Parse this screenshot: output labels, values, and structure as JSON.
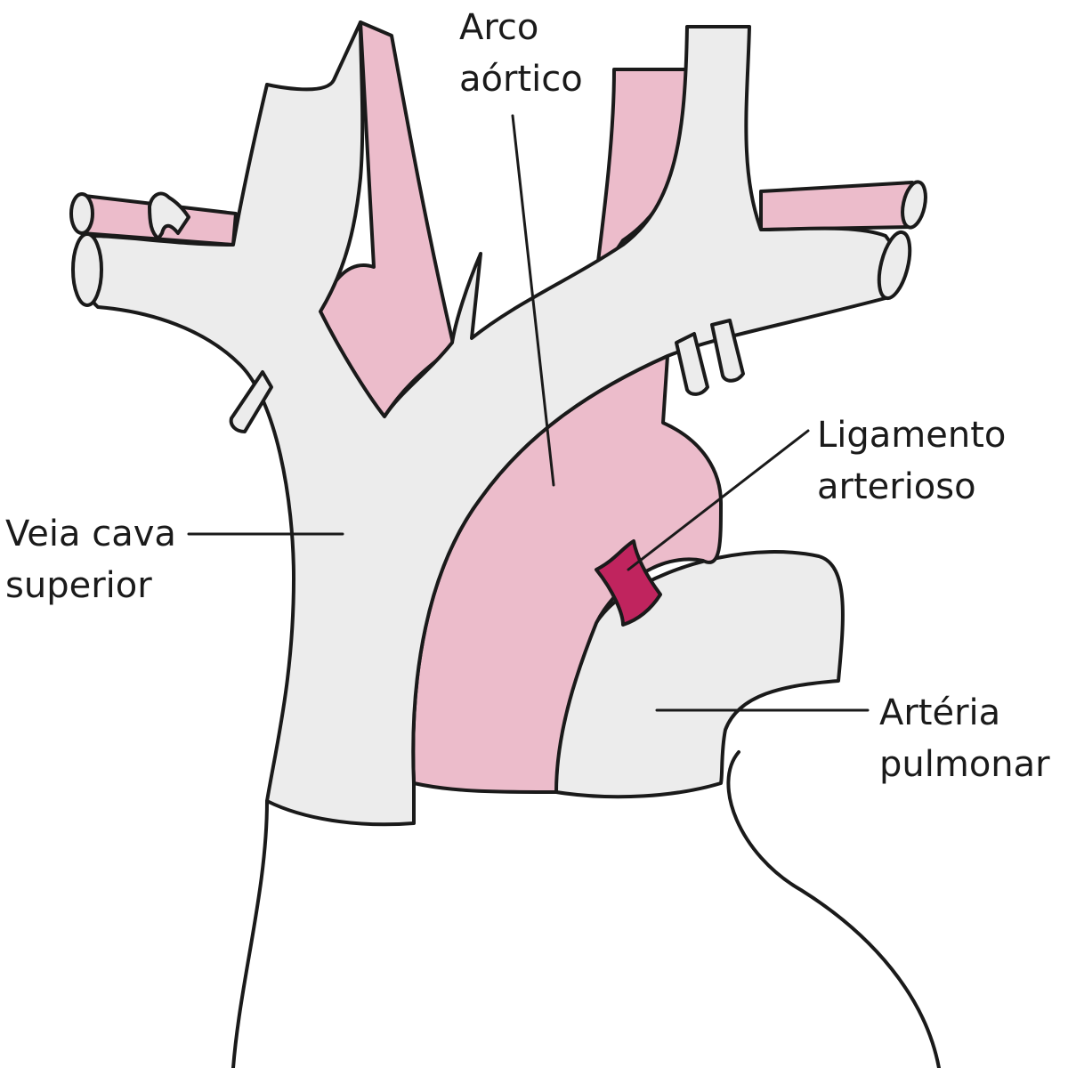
{
  "labels": {
    "aortic_arch": {
      "line1": "Arco",
      "line2": "aórtico"
    },
    "ligamentum": {
      "line1": "Ligamento",
      "line2": "arterioso"
    },
    "svc": {
      "line1": "Veia cava",
      "line2": "superior"
    },
    "pulmonary_artery": {
      "line1": "Artéria",
      "line2": "pulmonar"
    }
  },
  "colors": {
    "vein_fill": "#ececec",
    "artery_fill": "#ecbccb",
    "ligament_fill": "#c0245e",
    "outline": "#1a1a1a",
    "background": "#ffffff"
  }
}
